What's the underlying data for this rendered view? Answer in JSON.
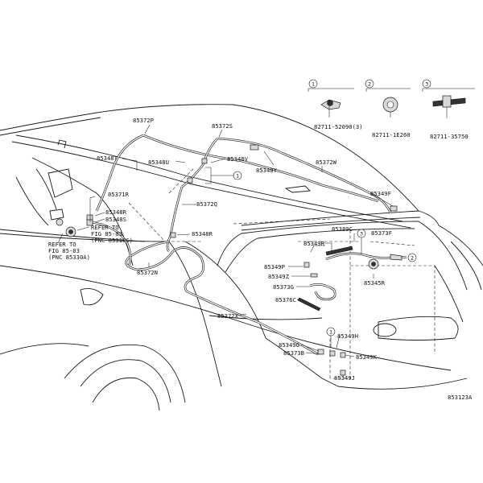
{
  "callouts": {
    "c1": "1",
    "c2": "2",
    "c3": "3"
  },
  "insets": {
    "one": {
      "number": "1",
      "part": "82711-52090(3)"
    },
    "two": {
      "number": "2",
      "part": "82711-1E260"
    },
    "three": {
      "number": "3",
      "part": "82711-35750"
    }
  },
  "labels": {
    "p85372P": "85372P",
    "p85372S": "85372S",
    "p85348T": "85348T",
    "p85348U": "85348U",
    "p85348V": "85348V",
    "p85348Y": "85348Y",
    "p85372W": "85372W",
    "p85349F_top": "85349F",
    "p85371R": "85371R",
    "p85372Q": "85372Q",
    "p85348R_left": "85348R",
    "p85348S": "85348S",
    "p85348R_mid": "85348R",
    "p85372N": "85372N",
    "p85389C": "85389C",
    "p85373F": "85373F",
    "p85349R": "85349R",
    "p85349P": "85349P",
    "p85349Z": "85349Z",
    "p85373G": "85373G",
    "p85376C": "85376C",
    "p85345R": "85345R",
    "p85372X": "85372X",
    "p85349H": "85349H",
    "p85349G": "85349G",
    "p85373B": "85373B",
    "p85349K": "85349K",
    "p85349J": "85349J"
  },
  "refs": {
    "ref1_line1": "REFER TO",
    "ref1_line2": "FIG 85-03",
    "ref1_line3": "(PNC 85310C)",
    "ref2_line1": "REFER TO",
    "ref2_line2": "FIG 85-03",
    "ref2_line3": "(PNC 85330A)"
  },
  "figure_code": "853123A"
}
